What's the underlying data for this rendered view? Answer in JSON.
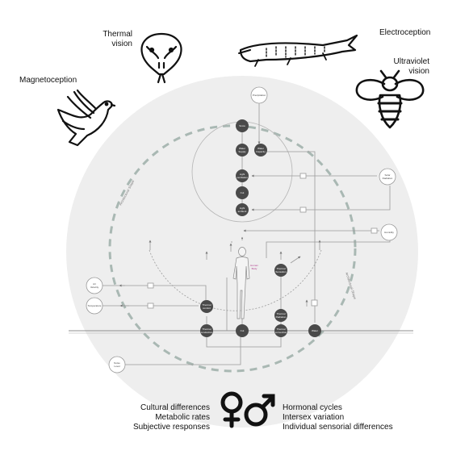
{
  "senses": {
    "thermal": [
      "Thermal",
      "vision"
    ],
    "electroception": "Electroception",
    "magnetoception": "Magnetoception",
    "ultraviolet": [
      "Ultraviolet",
      "vision"
    ]
  },
  "nodes": {
    "precipitation": "Precipitation",
    "snow": "Snow",
    "water_supply": [
      "Water",
      "Supply"
    ],
    "water_capacity": [
      "Water",
      "Capacity"
    ],
    "light_ventilation": [
      "Light",
      "ventilation"
    ],
    "cut": "Cut",
    "light_ambient": [
      "Light",
      "ambient"
    ],
    "solar_radiation": [
      "Solar",
      "Radiation"
    ],
    "humidity": "Humidity",
    "air_velocity": [
      "Air",
      "Velocity"
    ],
    "temperature": "Temperature",
    "thermal_comfort": [
      "Thermal",
      "comfort"
    ],
    "human_body": [
      "Human",
      "Body"
    ],
    "thermal_sensation": [
      "Thermal",
      "Sensation"
    ],
    "thermal_radiation": [
      "Thermal",
      "Radiation"
    ],
    "thermal_conduction": [
      "Thermal",
      "conduction"
    ],
    "cut2": "Cut",
    "thermal_convection": [
      "Thermal",
      "convection"
    ],
    "water": "Water",
    "noise_level": [
      "Noise",
      "Level"
    ],
    "architectural_shape_top": "Architectural Shape",
    "architectural_shape_right": "Architectural Shape"
  },
  "factors_left": [
    "Cultural differences",
    "Metabolic rates",
    "Subjective responses"
  ],
  "factors_right": [
    "Hormonal cycles",
    "Intersex variation",
    "Individual sensorial differences"
  ],
  "icons": {
    "snake": "snake-head-icon",
    "fish": "sturgeon-fish-icon",
    "bird": "bird-icon",
    "bee": "bee-icon",
    "gender": "gender-symbols-icon",
    "human": "human-figure-icon"
  },
  "colors": {
    "circle_fill": "#eeeeee",
    "node_fill": "#4a4a4a",
    "dashed_ring": "#a9b8b3",
    "line": "#9a9a9a"
  }
}
